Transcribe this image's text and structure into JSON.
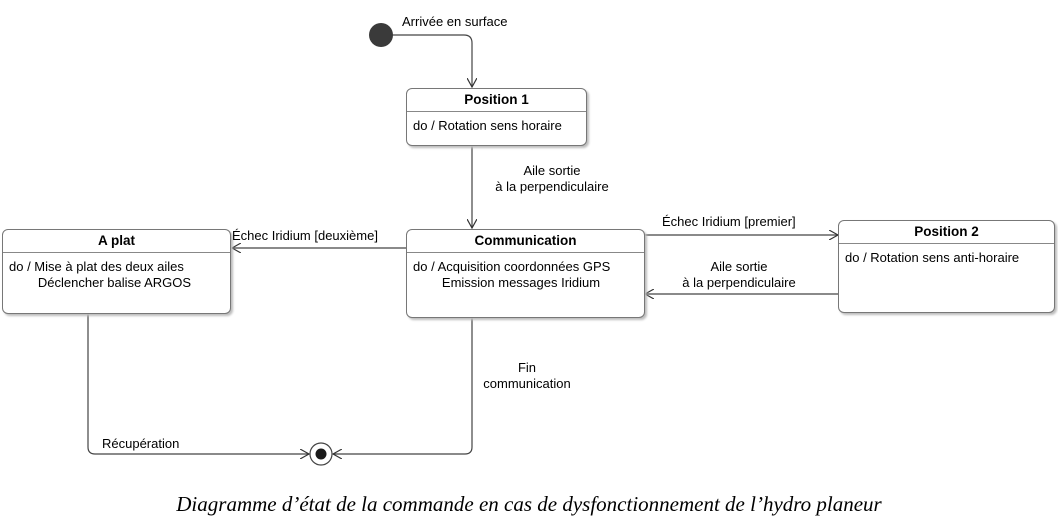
{
  "states": {
    "position1": {
      "name": "Position 1",
      "activity": [
        "do / Rotation sens horaire"
      ]
    },
    "communication": {
      "name": "Communication",
      "activity": [
        "do / Acquisition coordonnées GPS",
        "        Emission messages Iridium"
      ]
    },
    "aplat": {
      "name": "A plat",
      "activity": [
        "do / Mise à plat des deux ailes",
        "        Déclencher balise ARGOS"
      ]
    },
    "position2": {
      "name": "Position 2",
      "activity": [
        "do / Rotation sens anti-horaire"
      ]
    }
  },
  "transitions": {
    "start": "Arrivée en surface",
    "p1_to_comm": [
      "Aile sortie",
      "à la perpendiculaire"
    ],
    "comm_to_aplat": "Échec Iridium  [deuxième]",
    "comm_to_p2": "Échec Iridium   [premier]",
    "p2_to_comm": [
      "Aile sortie",
      "à la perpendiculaire"
    ],
    "comm_to_final": [
      "Fin",
      "communication"
    ],
    "aplat_to_final": "Récupération"
  },
  "caption": "Diagramme d’état de la commande en cas de dysfonctionnement de l’hydro planeur"
}
